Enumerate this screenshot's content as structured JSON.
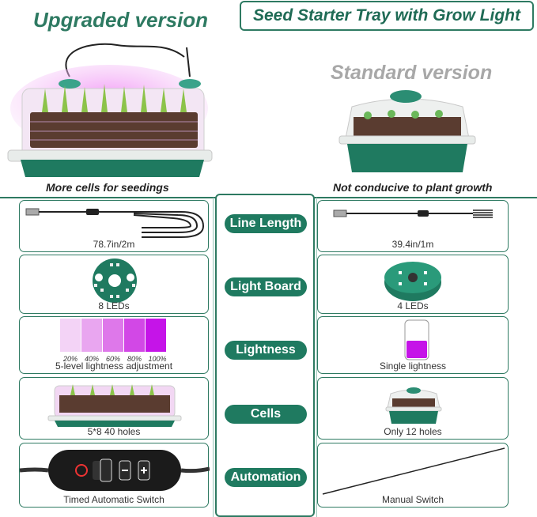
{
  "header": {
    "upgraded_title": "Upgraded version",
    "banner_title": "Seed Starter Tray with Grow Light",
    "standard_title": "Standard version",
    "upgraded_caption": "More cells for seedings",
    "standard_caption": "Not conducive to plant growth"
  },
  "rows": [
    {
      "feature": "Line Length",
      "upgraded": "78.7in/2m",
      "standard": "39.4in/1m"
    },
    {
      "feature": "Light Board",
      "upgraded": "8 LEDs",
      "standard": "4 LEDs"
    },
    {
      "feature": "Lightness",
      "upgraded": "5-level lightness adjustment",
      "standard": "Single lightness"
    },
    {
      "feature": "Cells",
      "upgraded": "5*8 40 holes",
      "standard": "Only 12 holes"
    },
    {
      "feature": "Automation",
      "upgraded": "Timed Automatic Switch",
      "standard": "Manual Switch"
    }
  ],
  "lightness_levels": [
    "20%",
    "40%",
    "60%",
    "80%",
    "100%"
  ],
  "colors": {
    "accent": "#2e7a62",
    "pill": "#1f7a60",
    "tray_green": "#1f7a60",
    "grow_light": "#e04be8"
  }
}
